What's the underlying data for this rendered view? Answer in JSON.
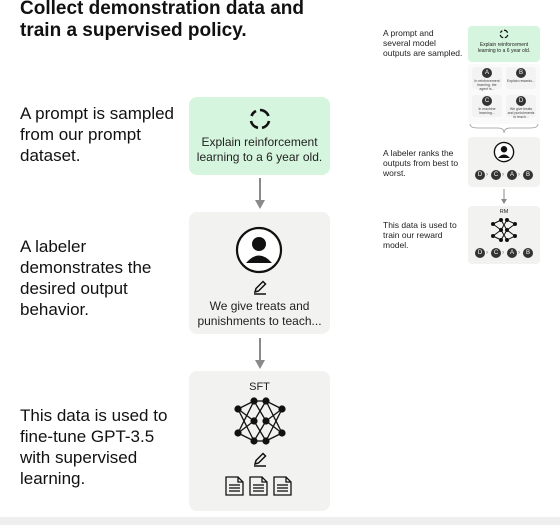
{
  "title": "Collect demonstration data and train a supervised policy.",
  "steps": [
    {
      "text": "A prompt is sampled from our prompt dataset."
    },
    {
      "text": "A labeler demonstrates the desired output behavior."
    },
    {
      "text": "This data is used to fine-tune GPT-3.5 with supervised learning."
    }
  ],
  "prompt_card": {
    "text": "Explain reinforcement learning to a 6 year old."
  },
  "labeler_card": {
    "text": "We give treats and punishments to teach..."
  },
  "sft_card": {
    "label": "SFT"
  },
  "right_panel": {
    "steps": [
      {
        "text": "A prompt and several model outputs are sampled."
      },
      {
        "text": "A labeler ranks the outputs from best to worst."
      },
      {
        "text": "This data is used to train our reward model."
      }
    ],
    "prompt_text": "Explain reinforcement learning to a 6 year old.",
    "options": [
      {
        "letter": "A",
        "text": "In reinforcement learning, the agent is..."
      },
      {
        "letter": "B",
        "text": "Explain rewards..."
      },
      {
        "letter": "C",
        "text": "In machine learning..."
      },
      {
        "letter": "D",
        "text": "We give treats and punishments to teach..."
      }
    ],
    "ranking": [
      "D",
      "C",
      "A",
      "B"
    ],
    "rm_label": "RM"
  },
  "colors": {
    "green_card": "#d6f5de",
    "gray_card": "#f2f2f0",
    "arrow": "#8a8a8a",
    "dark": "#111111"
  }
}
